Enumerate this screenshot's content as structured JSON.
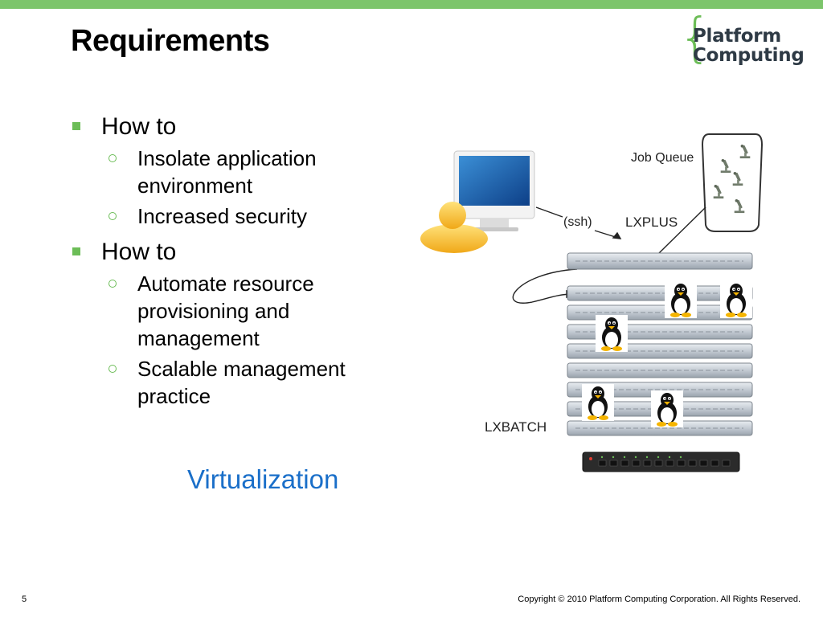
{
  "slide": {
    "title": "Requirements",
    "page_number": "5",
    "copyright": "Copyright © 2010 Platform Computing Corporation. All Rights Reserved."
  },
  "logo": {
    "line1": "Platform",
    "line2": "Computing",
    "brace": "{"
  },
  "bullets": [
    {
      "text": "How to",
      "sub": [
        "Insolate application environment",
        "Increased security"
      ]
    },
    {
      "text": "How to",
      "sub": [
        "Automate resource provisioning and management",
        "Scalable management practice"
      ]
    }
  ],
  "highlight": "Virtualization",
  "diagram": {
    "job_queue_label": "Job Queue",
    "ssh_label": "(ssh)",
    "lxplus_label": "LXPLUS",
    "lxbatch_label": "LXBATCH"
  },
  "colors": {
    "accent_green": "#6cbd57",
    "top_bar": "#7cc56b",
    "highlight_blue": "#1a6fc9"
  },
  "icons": {
    "bullet_level1": "green-square-bullet",
    "bullet_level2": "hollow-circle-bullet",
    "user": "user-figure-icon",
    "workstation": "monitor-icon",
    "server": "rack-server-icon",
    "linux": "tux-penguin-icon",
    "job": "microscope-icon",
    "network_switch": "switch-icon"
  }
}
